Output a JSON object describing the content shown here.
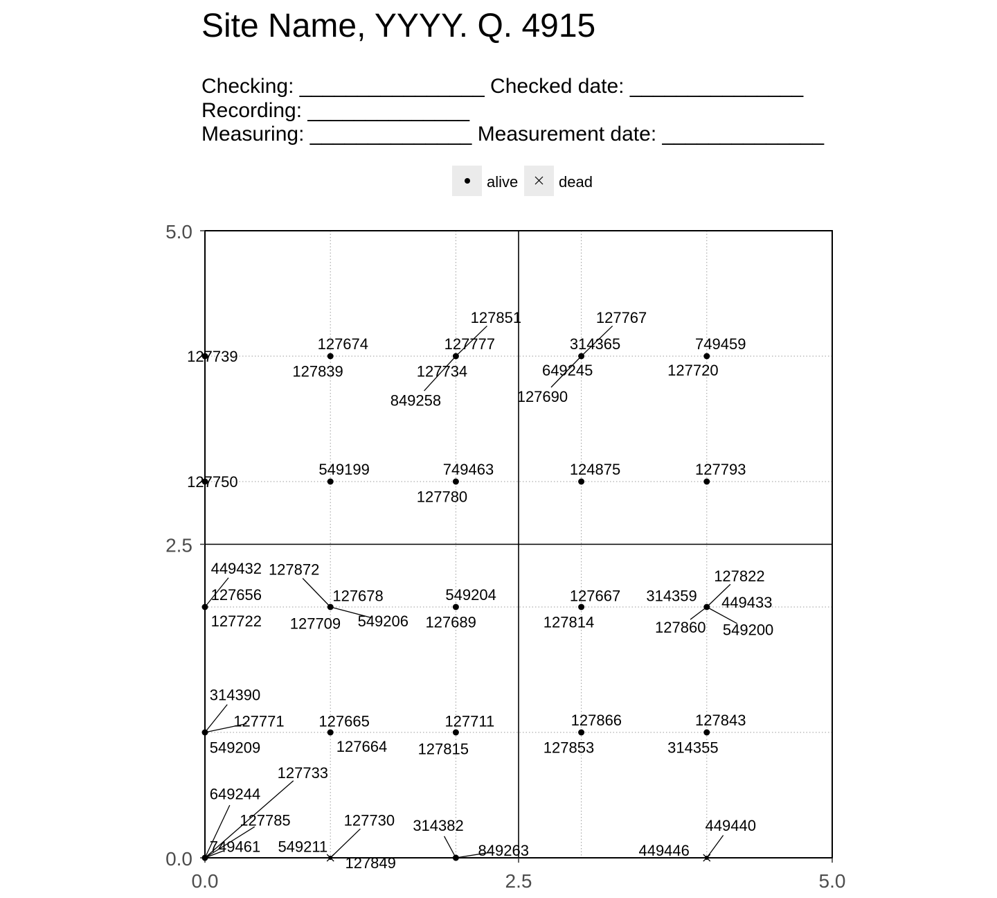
{
  "header": {
    "title": "Site Name, YYYY. Q. 4915",
    "checking_label": "Checking:",
    "checking_line": "________________",
    "checked_date_label": "Checked date:",
    "checked_date_line": "_______________",
    "recording_label": "Recording:",
    "recording_line": "______________",
    "measuring_label": "Measuring:",
    "measuring_line": "______________",
    "measurement_date_label": "Measurement date:",
    "measurement_date_line": "______________"
  },
  "legend": {
    "alive_label": "alive",
    "dead_label": "dead"
  },
  "chart_data": {
    "type": "scatter",
    "title": "Site Name, YYYY. Q. 4915",
    "xlabel": "",
    "ylabel": "",
    "xlim": [
      0,
      5
    ],
    "ylim": [
      0,
      5
    ],
    "x_ticks": [
      "0.0",
      "2.5",
      "5.0"
    ],
    "y_ticks": [
      "0.0",
      "2.5",
      "5.0"
    ],
    "minor_grid": [
      1,
      2,
      3,
      4
    ],
    "major_grid": [
      2.5
    ],
    "legend_position": "top",
    "series": [
      {
        "name": "alive",
        "marker": "dot"
      },
      {
        "name": "dead",
        "marker": "x"
      }
    ],
    "points": [
      {
        "x": 0,
        "y": 4,
        "status": "alive",
        "labels": [
          {
            "text": "127739",
            "dx": 0.06,
            "dy": 0.0,
            "leader": false
          }
        ]
      },
      {
        "x": 1,
        "y": 4,
        "status": "alive",
        "labels": [
          {
            "text": "127674",
            "dx": 0.1,
            "dy": 0.1,
            "leader": false
          },
          {
            "text": "127839",
            "dx": -0.1,
            "dy": -0.12,
            "leader": false
          }
        ]
      },
      {
        "x": 2,
        "y": 4,
        "status": "alive",
        "labels": [
          {
            "text": "127851",
            "dx": 0.32,
            "dy": 0.31,
            "leader": true
          },
          {
            "text": "127777",
            "dx": 0.11,
            "dy": 0.1,
            "leader": false
          },
          {
            "text": "127734",
            "dx": -0.11,
            "dy": -0.12,
            "leader": false
          },
          {
            "text": "849258",
            "dx": -0.32,
            "dy": -0.35,
            "leader": true
          }
        ]
      },
      {
        "x": 3,
        "y": 4,
        "status": "alive",
        "labels": [
          {
            "text": "127767",
            "dx": 0.32,
            "dy": 0.31,
            "leader": true
          },
          {
            "text": "314365",
            "dx": 0.11,
            "dy": 0.1,
            "leader": false
          },
          {
            "text": "649245",
            "dx": -0.11,
            "dy": -0.11,
            "leader": false
          },
          {
            "text": "127690",
            "dx": -0.31,
            "dy": -0.32,
            "leader": true
          }
        ]
      },
      {
        "x": 4,
        "y": 4,
        "status": "alive",
        "labels": [
          {
            "text": "749459",
            "dx": 0.11,
            "dy": 0.1,
            "leader": false
          },
          {
            "text": "127720",
            "dx": -0.11,
            "dy": -0.11,
            "leader": false
          }
        ]
      },
      {
        "x": 0,
        "y": 3,
        "status": "alive",
        "labels": [
          {
            "text": "127750",
            "dx": 0.06,
            "dy": 0.0,
            "leader": false
          }
        ]
      },
      {
        "x": 1,
        "y": 3,
        "status": "alive",
        "labels": [
          {
            "text": "549199",
            "dx": 0.11,
            "dy": 0.1,
            "leader": false
          }
        ]
      },
      {
        "x": 2,
        "y": 3,
        "status": "alive",
        "labels": [
          {
            "text": "749463",
            "dx": 0.1,
            "dy": 0.1,
            "leader": false
          },
          {
            "text": "127780",
            "dx": -0.11,
            "dy": -0.12,
            "leader": false
          }
        ]
      },
      {
        "x": 3,
        "y": 3,
        "status": "alive",
        "labels": [
          {
            "text": "124875",
            "dx": 0.11,
            "dy": 0.1,
            "leader": false
          }
        ]
      },
      {
        "x": 4,
        "y": 3,
        "status": "alive",
        "labels": [
          {
            "text": "127793",
            "dx": 0.11,
            "dy": 0.1,
            "leader": false
          }
        ]
      },
      {
        "x": 0,
        "y": 2,
        "status": "alive",
        "labels": [
          {
            "text": "449432",
            "dx": 0.25,
            "dy": 0.31,
            "leader": true
          },
          {
            "text": "127656",
            "dx": 0.25,
            "dy": 0.1,
            "leader": false
          },
          {
            "text": "127722",
            "dx": 0.25,
            "dy": -0.11,
            "leader": false
          }
        ]
      },
      {
        "x": 1,
        "y": 2,
        "status": "alive",
        "labels": [
          {
            "text": "127872",
            "dx": -0.29,
            "dy": 0.3,
            "leader": true
          },
          {
            "text": "127678",
            "dx": 0.22,
            "dy": 0.09,
            "leader": false
          },
          {
            "text": "127709",
            "dx": -0.12,
            "dy": -0.13,
            "leader": false
          },
          {
            "text": "549206",
            "dx": 0.42,
            "dy": -0.11,
            "leader": true
          }
        ]
      },
      {
        "x": 2,
        "y": 2,
        "status": "alive",
        "labels": [
          {
            "text": "549204",
            "dx": 0.12,
            "dy": 0.1,
            "leader": false
          },
          {
            "text": "127689",
            "dx": -0.04,
            "dy": -0.12,
            "leader": false
          }
        ]
      },
      {
        "x": 3,
        "y": 2,
        "status": "alive",
        "labels": [
          {
            "text": "127667",
            "dx": 0.11,
            "dy": 0.09,
            "leader": false
          },
          {
            "text": "127814",
            "dx": -0.1,
            "dy": -0.12,
            "leader": false
          }
        ]
      },
      {
        "x": 4,
        "y": 2,
        "status": "alive",
        "labels": [
          {
            "text": "127822",
            "dx": 0.26,
            "dy": 0.25,
            "leader": true
          },
          {
            "text": "314359",
            "dx": -0.28,
            "dy": 0.09,
            "leader": false
          },
          {
            "text": "449433",
            "dx": 0.32,
            "dy": 0.04,
            "leader": false
          },
          {
            "text": "127860",
            "dx": -0.21,
            "dy": -0.16,
            "leader": true
          },
          {
            "text": "549200",
            "dx": 0.33,
            "dy": -0.18,
            "leader": true
          }
        ]
      },
      {
        "x": 0,
        "y": 1,
        "status": "alive",
        "labels": [
          {
            "text": "314390",
            "dx": 0.24,
            "dy": 0.3,
            "leader": true
          },
          {
            "text": "127771",
            "dx": 0.43,
            "dy": 0.09,
            "leader": true
          },
          {
            "text": "549209",
            "dx": 0.24,
            "dy": -0.12,
            "leader": false
          }
        ]
      },
      {
        "x": 1,
        "y": 1,
        "status": "alive",
        "labels": [
          {
            "text": "127665",
            "dx": 0.11,
            "dy": 0.09,
            "leader": false
          },
          {
            "text": "127664",
            "dx": 0.25,
            "dy": -0.11,
            "leader": false
          }
        ]
      },
      {
        "x": 2,
        "y": 1,
        "status": "alive",
        "labels": [
          {
            "text": "127711",
            "dx": 0.11,
            "dy": 0.09,
            "leader": false
          },
          {
            "text": "127815",
            "dx": -0.1,
            "dy": -0.13,
            "leader": false
          }
        ]
      },
      {
        "x": 3,
        "y": 1,
        "status": "alive",
        "labels": [
          {
            "text": "127866",
            "dx": 0.12,
            "dy": 0.1,
            "leader": false
          },
          {
            "text": "127853",
            "dx": -0.1,
            "dy": -0.12,
            "leader": false
          }
        ]
      },
      {
        "x": 4,
        "y": 1,
        "status": "alive",
        "labels": [
          {
            "text": "127843",
            "dx": 0.11,
            "dy": 0.1,
            "leader": false
          },
          {
            "text": "314355",
            "dx": -0.11,
            "dy": -0.12,
            "leader": false
          }
        ]
      },
      {
        "x": 0,
        "y": 0,
        "status": "alive",
        "labels": [
          {
            "text": "127733",
            "dx": 0.78,
            "dy": 0.68,
            "leader": true
          },
          {
            "text": "649244",
            "dx": 0.24,
            "dy": 0.51,
            "leader": true
          },
          {
            "text": "127785",
            "dx": 0.48,
            "dy": 0.3,
            "leader": true
          },
          {
            "text": "749461",
            "dx": 0.24,
            "dy": 0.09,
            "leader": true
          }
        ]
      },
      {
        "x": 1,
        "y": 0,
        "status": "dead",
        "labels": [
          {
            "text": "127730",
            "dx": 0.31,
            "dy": 0.3,
            "leader": true
          },
          {
            "text": "549211",
            "dx": -0.22,
            "dy": 0.09,
            "leader": false
          },
          {
            "text": "127849",
            "dx": 0.32,
            "dy": -0.04,
            "leader": false
          }
        ]
      },
      {
        "x": 2,
        "y": 0,
        "status": "alive",
        "labels": [
          {
            "text": "314382",
            "dx": -0.14,
            "dy": 0.26,
            "leader": true
          },
          {
            "text": "849263",
            "dx": 0.38,
            "dy": 0.06,
            "leader": true
          }
        ]
      },
      {
        "x": 4,
        "y": 0,
        "status": "dead",
        "labels": [
          {
            "text": "449440",
            "dx": 0.19,
            "dy": 0.26,
            "leader": true
          },
          {
            "text": "449446",
            "dx": -0.34,
            "dy": 0.06,
            "leader": false
          }
        ]
      }
    ]
  }
}
